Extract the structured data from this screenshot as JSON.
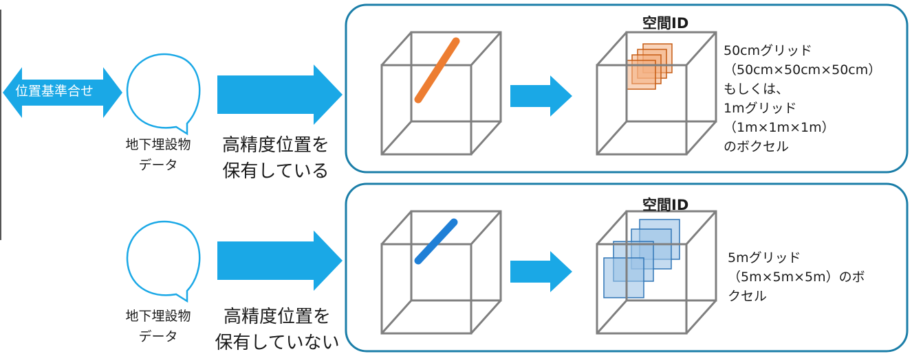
{
  "left_badge": {
    "label": "位置基準合せ"
  },
  "rows": [
    {
      "data_label": [
        "地下埋設物",
        "データ"
      ],
      "precision_label": [
        "高精度位置を",
        "保有している"
      ],
      "id_title": "空間ID",
      "description": [
        "50cmグリッド",
        "（50cm×50cm×50cm）",
        "もしくは、",
        "1mグリッド",
        "（1m×1m×1m）",
        "のボクセル"
      ],
      "line_color": "#ed7d31",
      "voxel_color": "#f4b183"
    },
    {
      "data_label": [
        "地下埋設物",
        "データ"
      ],
      "precision_label": [
        "高精度位置を",
        "保有していない"
      ],
      "id_title": "空間ID",
      "description": [
        "5mグリッド",
        "（5m×5m×5m）のボ",
        "クセル"
      ],
      "line_color": "#1f7fd6",
      "voxel_color": "#9dc3e6"
    }
  ],
  "colors": {
    "arrow": "#1aa8e6",
    "panel_border": "#1b7ea8",
    "cube": "#7f7f7f"
  }
}
